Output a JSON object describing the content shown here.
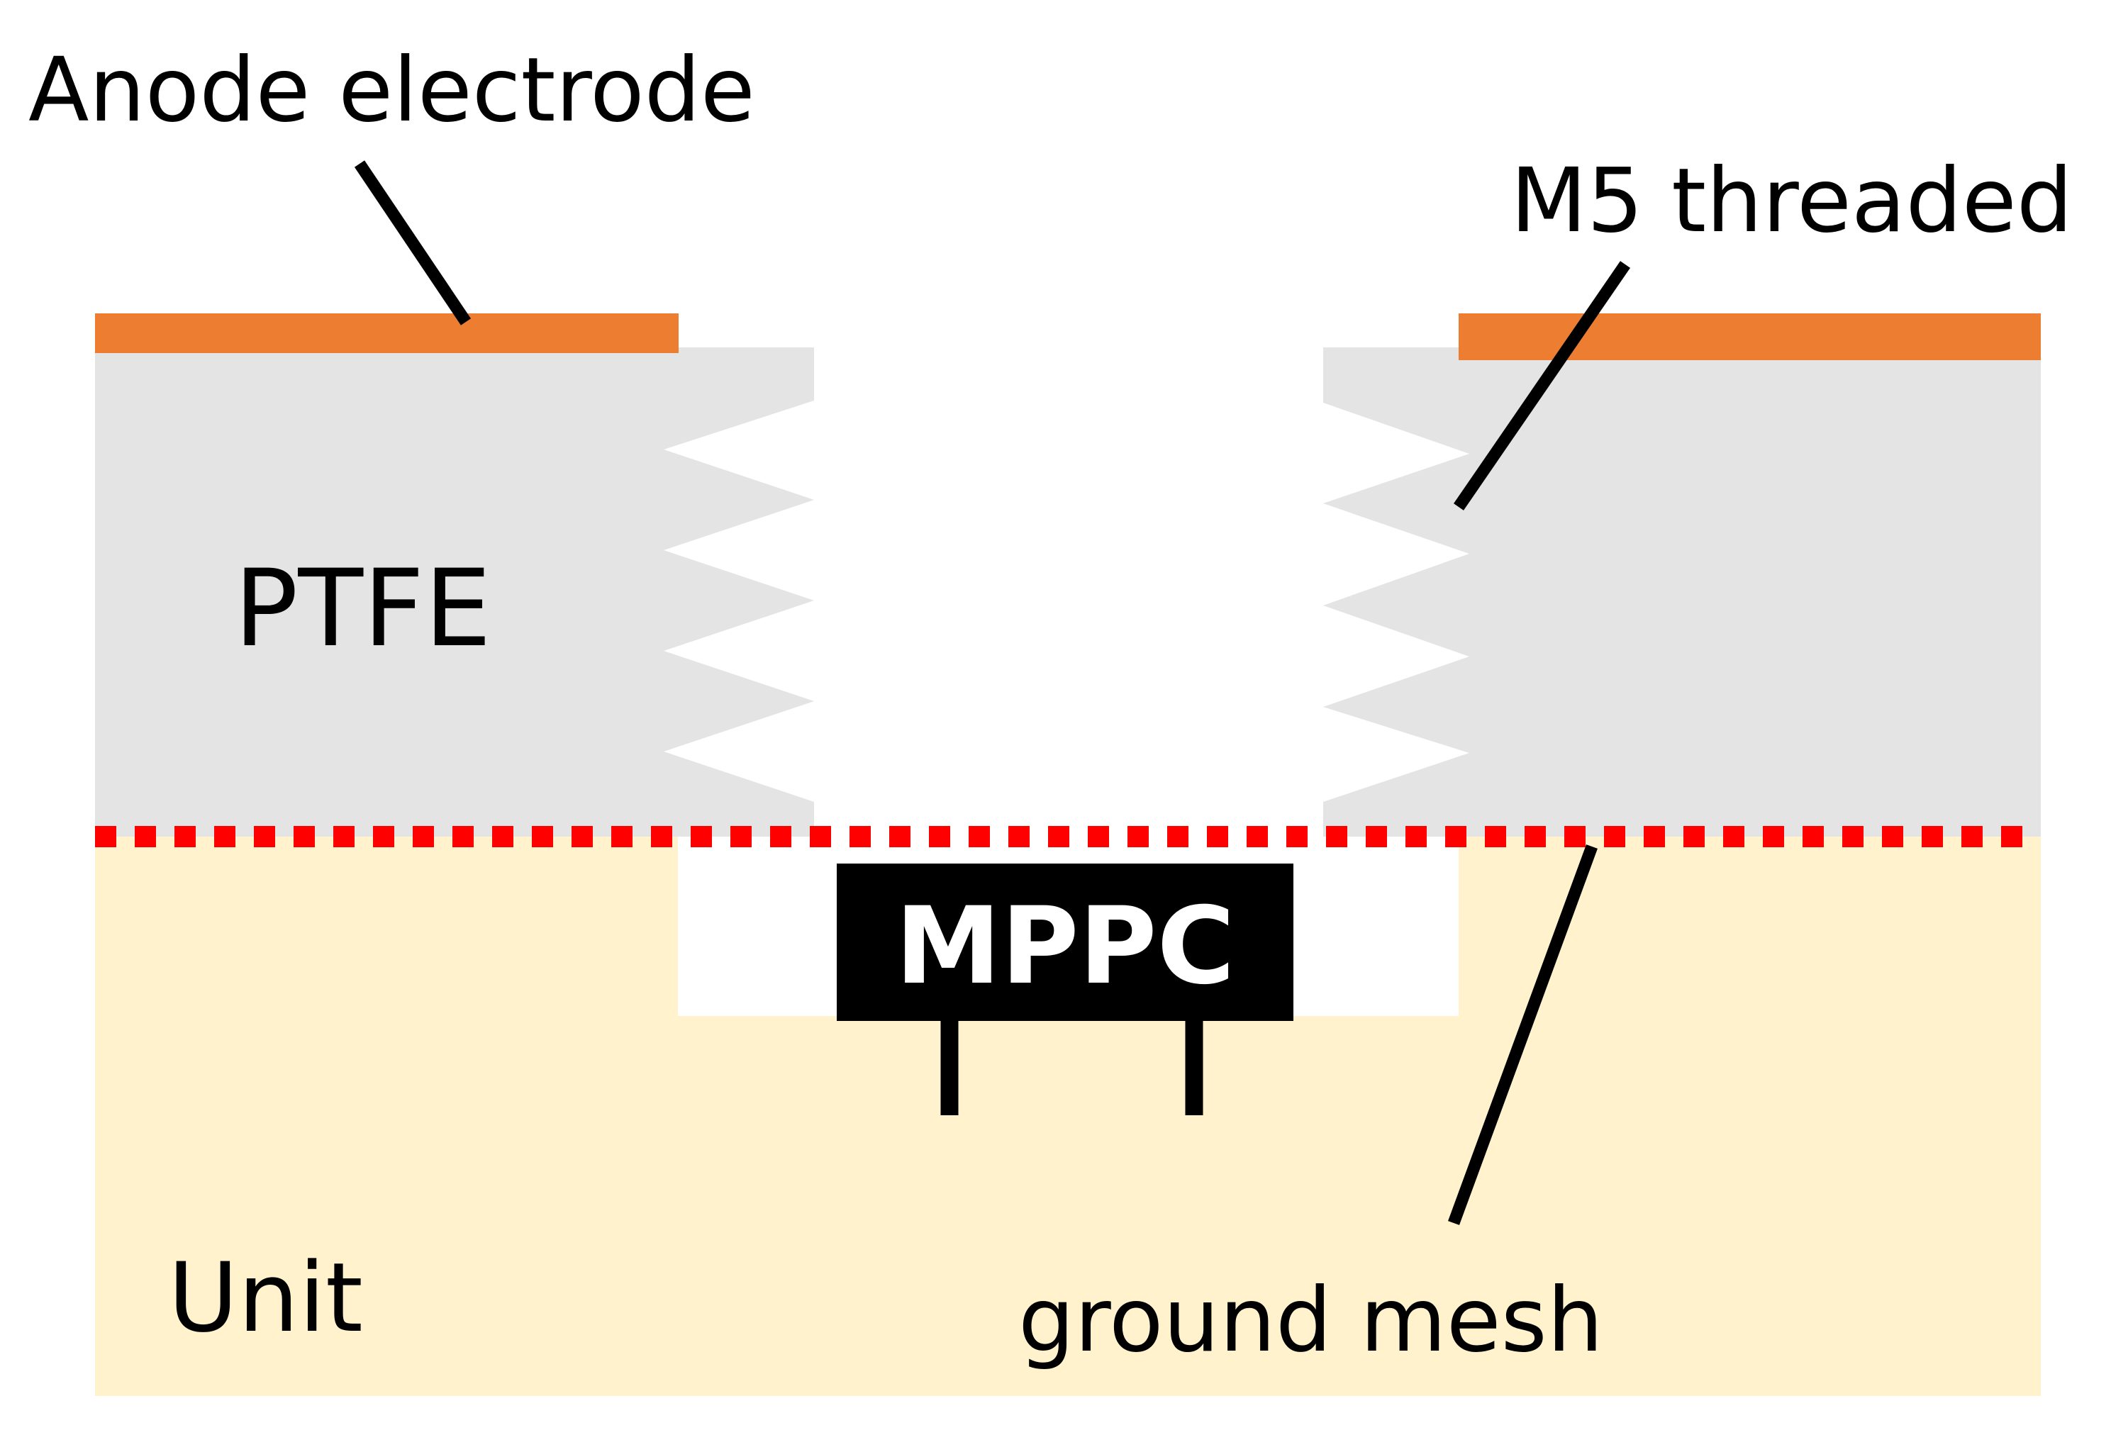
{
  "labels": {
    "anode": "Anode electrode",
    "threaded": "M5 threaded",
    "ptfe": "PTFE",
    "mppc": "MPPC",
    "unit": "Unit",
    "mesh": "ground mesh"
  },
  "colors": {
    "background": "#ffffff",
    "ptfe": "#e4e4e4",
    "unit": "#fff2cc",
    "electrode": "#ed7d31",
    "mesh": "#ff0000",
    "mppc": "#000000",
    "mppc_text": "#ffffff",
    "leader": "#000000"
  }
}
